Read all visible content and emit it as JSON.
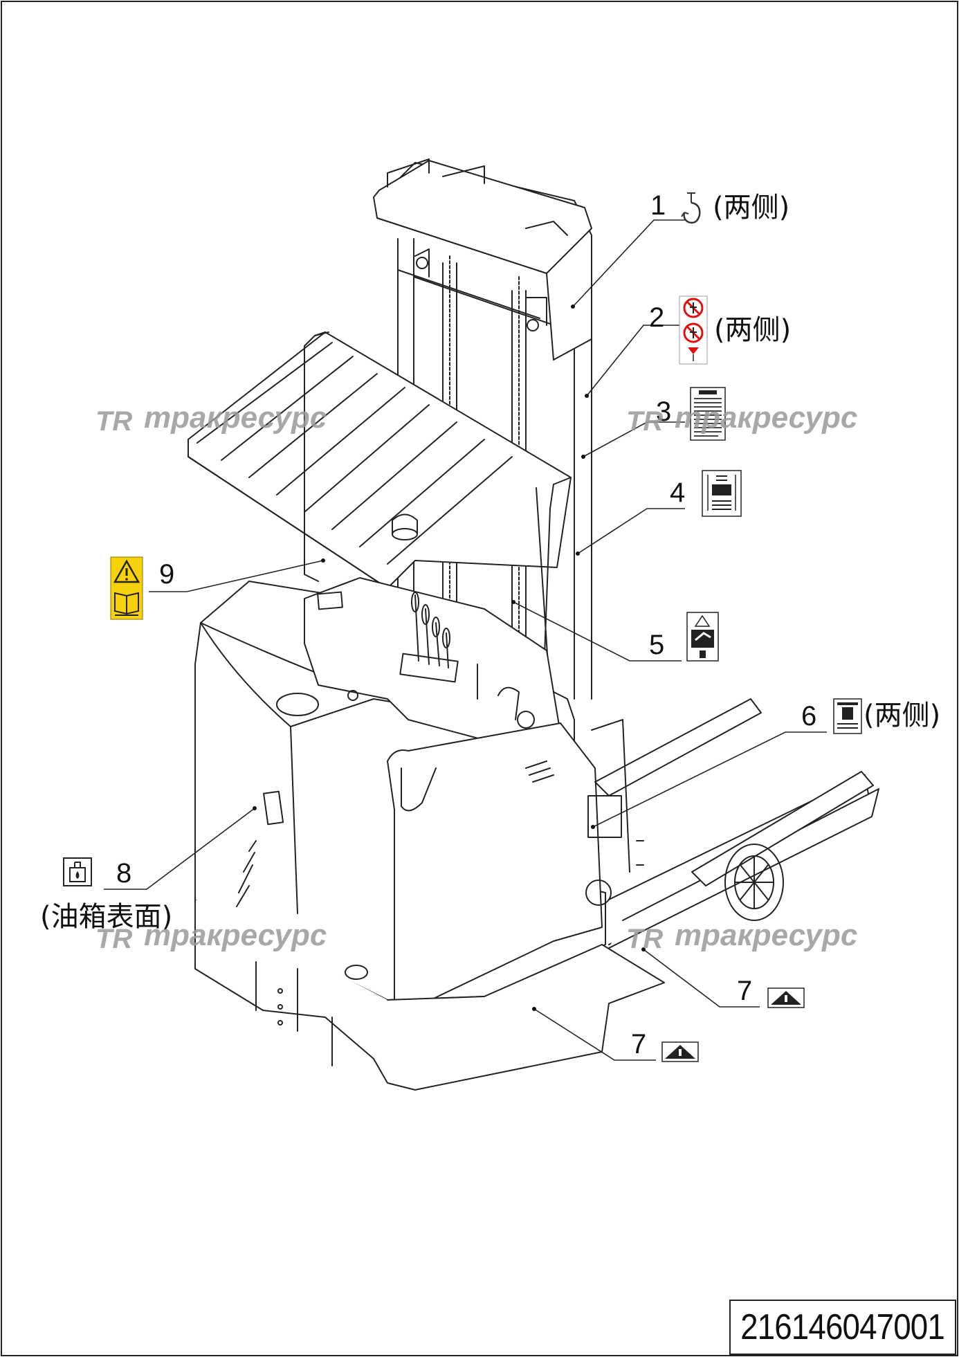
{
  "callouts": [
    {
      "num": "1",
      "side": "(两侧)",
      "icon": "hook-icon"
    },
    {
      "num": "2",
      "side": "(两侧)",
      "icon": "no-standing-under-fork-icon"
    },
    {
      "num": "3",
      "side": "",
      "icon": "text-instruction-label-icon"
    },
    {
      "num": "4",
      "side": "",
      "icon": "load-chart-label-icon"
    },
    {
      "num": "5",
      "side": "",
      "icon": "hand-crush-warning-icon"
    },
    {
      "num": "6",
      "side": "(两侧)",
      "icon": "no-climbing-warning-icon"
    },
    {
      "num": "7",
      "side": "",
      "icon": "foot-crush-warning-icon"
    },
    {
      "num": "7",
      "side": "",
      "icon": "foot-crush-warning-icon"
    },
    {
      "num": "8",
      "side": "(油箱表面)",
      "icon": "hydraulic-oil-icon"
    },
    {
      "num": "9",
      "side": "",
      "icon": "read-manual-warning-icon"
    }
  ],
  "watermark": {
    "text": "тракресурс",
    "logo": "TR"
  },
  "document_number": "216146047001",
  "colors": {
    "warning_yellow": "#f7d10b",
    "line": "#222222",
    "watermark": "#9a9a9a"
  }
}
